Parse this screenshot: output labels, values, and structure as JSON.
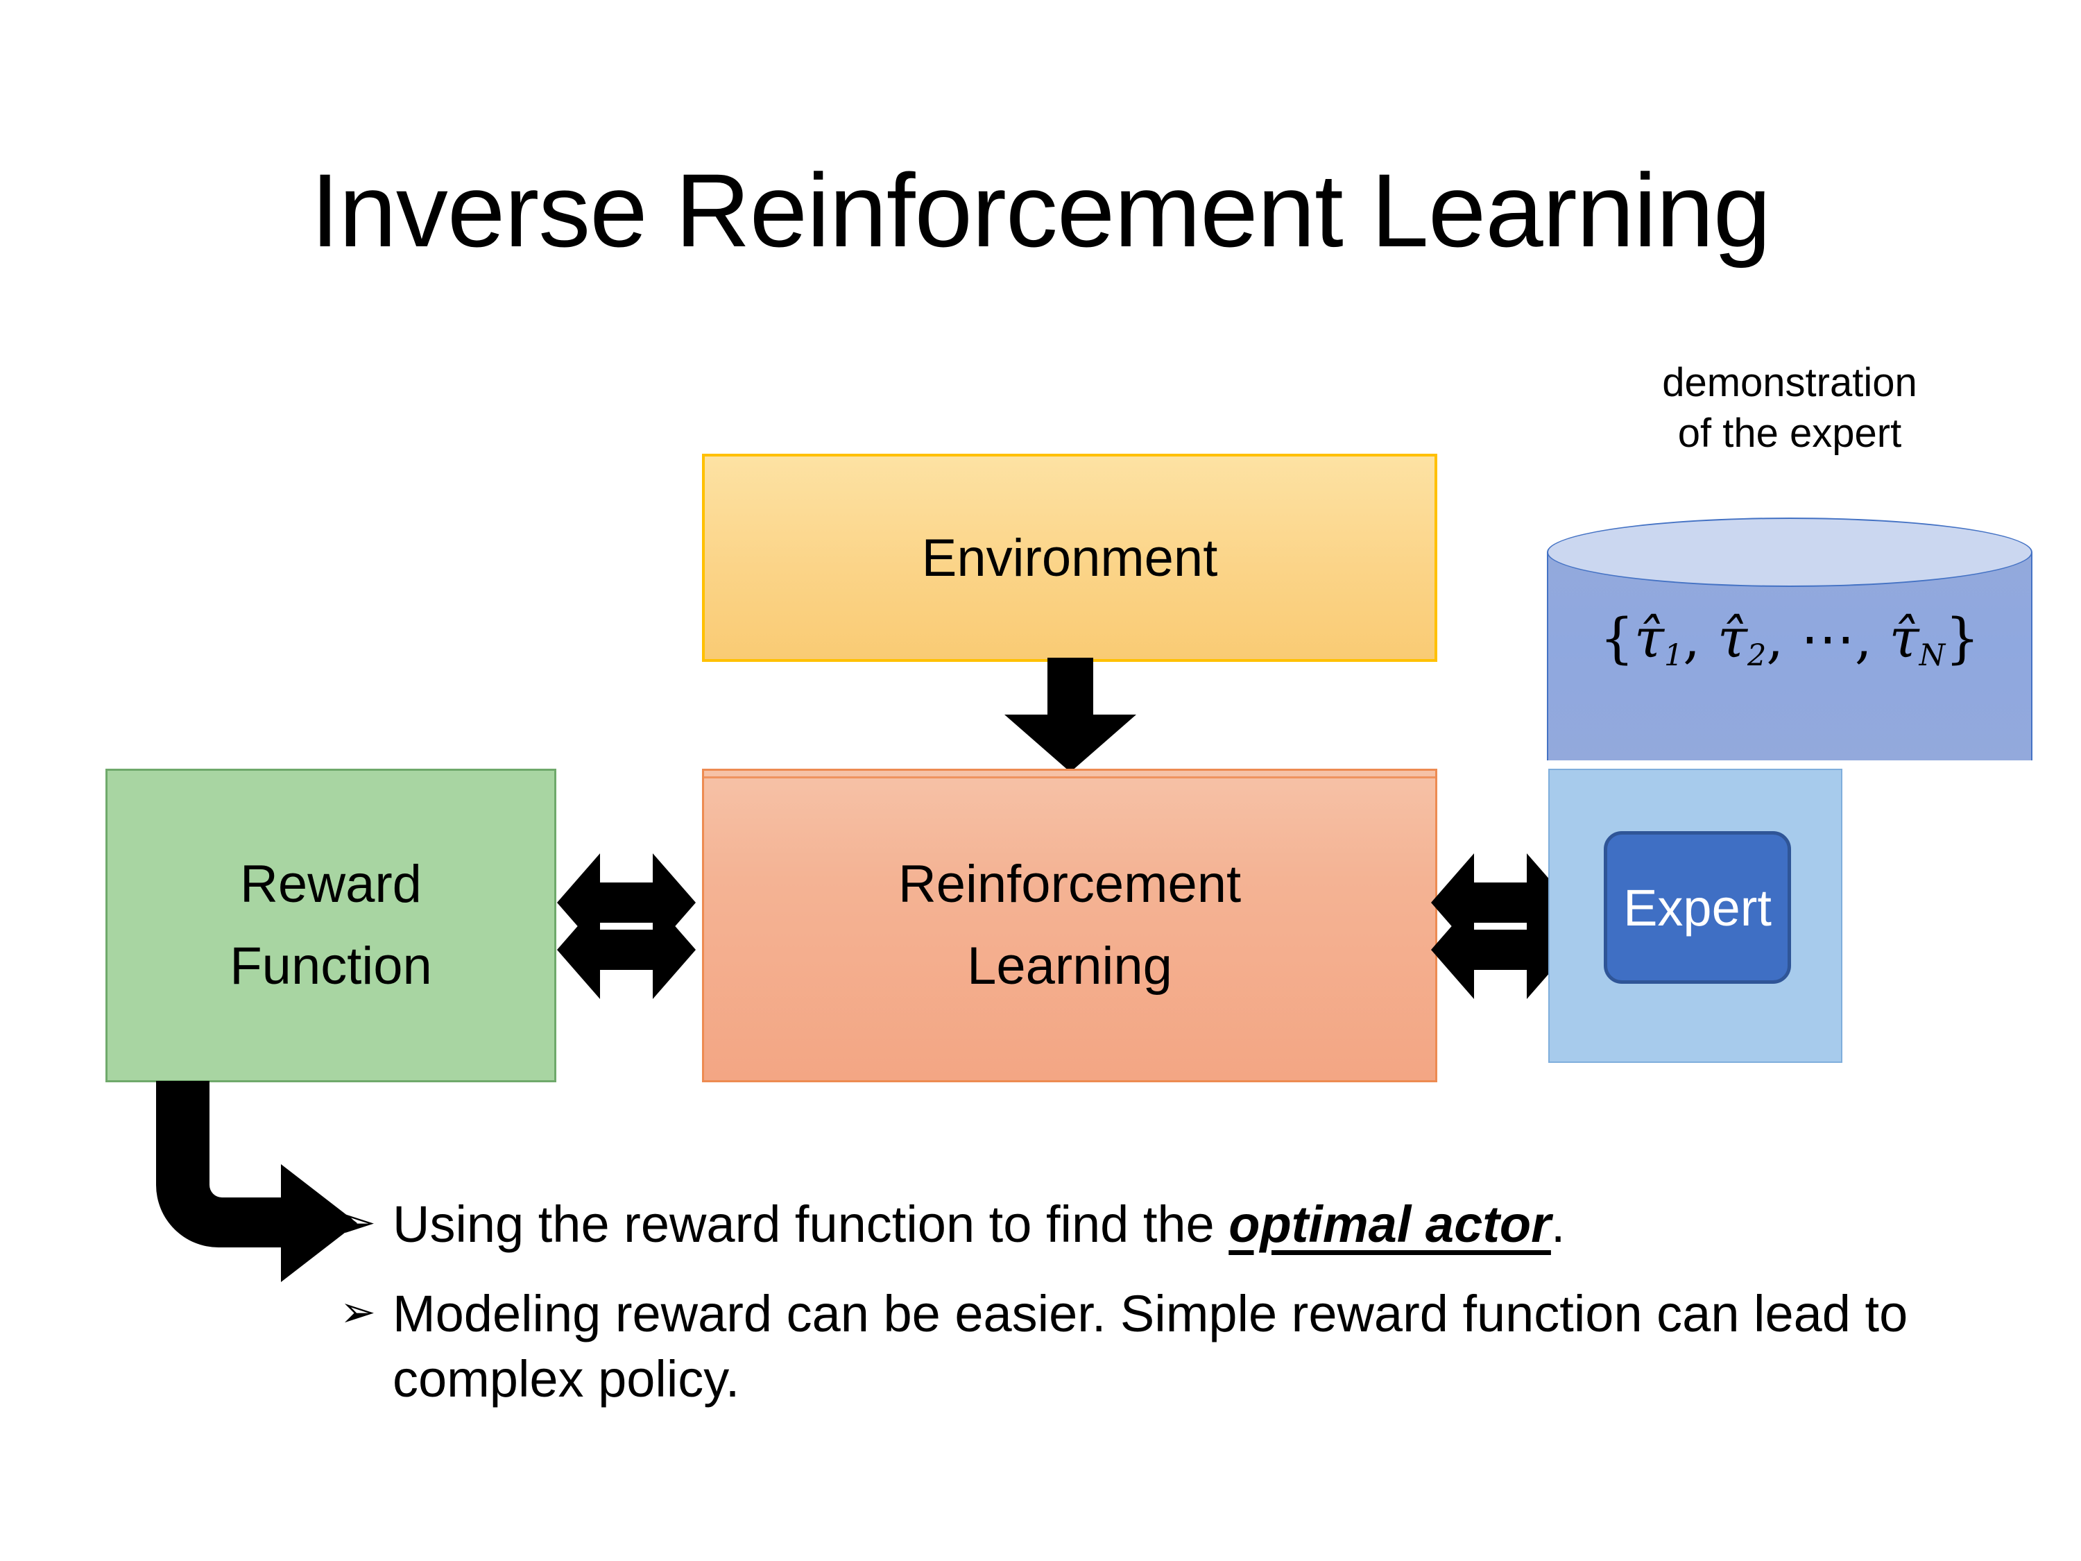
{
  "slide": {
    "title": "Inverse Reinforcement Learning",
    "background_color": "#FFFFFF"
  },
  "diagram": {
    "environment_box": {
      "label": "Environment",
      "fill_color": "#FBD488",
      "border_color": "#FFC000"
    },
    "reinforcement_learning_box": {
      "label_line1": "Reinforcement",
      "label_line2": "Learning",
      "fill_color": "#F4B394",
      "border_color": "#ED8B52"
    },
    "reward_function_box": {
      "label_line1": "Reward",
      "label_line2": "Function",
      "fill_color": "#A8D5A2",
      "border_color": "#6FA96B"
    },
    "expert_panel": {
      "fill_color": "#A7CBEC",
      "border_color": "#7FAEDC",
      "expert_button": {
        "label": "Expert",
        "fill_color": "#3F6FC4",
        "border_color": "#2F5597",
        "text_color": "#FFFFFF"
      }
    },
    "demonstration_store": {
      "caption_line1": "demonstration",
      "caption_line2": "of the expert",
      "formula_open": "{",
      "formula_tau1": "τ̂",
      "formula_sub1": "1",
      "formula_sep1": ", ",
      "formula_tau2": "τ̂",
      "formula_sub2": "2",
      "formula_sep2": ", ",
      "formula_ellipsis": "⋯",
      "formula_sep3": ", ",
      "formula_tauN": "τ̂",
      "formula_subN": "N",
      "formula_close": "}",
      "cylinder_top_color": "#CBD7F0",
      "cylinder_body_color": "#8FA8DF",
      "cylinder_outline_color": "#4472C4"
    },
    "connectors": {
      "env_to_rl": "down-arrow",
      "reward_to_rl": "double-headed-horizontal-arrow",
      "rl_to_expert": "double-headed-horizontal-arrow",
      "reward_to_bullets": "bent-elbow-arrow",
      "arrow_color": "#000000"
    }
  },
  "bullets": {
    "marker_glyph": "➢",
    "items": [
      {
        "text_before": "Using the reward function to find the ",
        "emphasis": "optimal actor",
        "text_after": "."
      },
      {
        "text_before": "Modeling reward can be easier. Simple reward function can lead to complex policy.",
        "emphasis": "",
        "text_after": ""
      }
    ]
  }
}
